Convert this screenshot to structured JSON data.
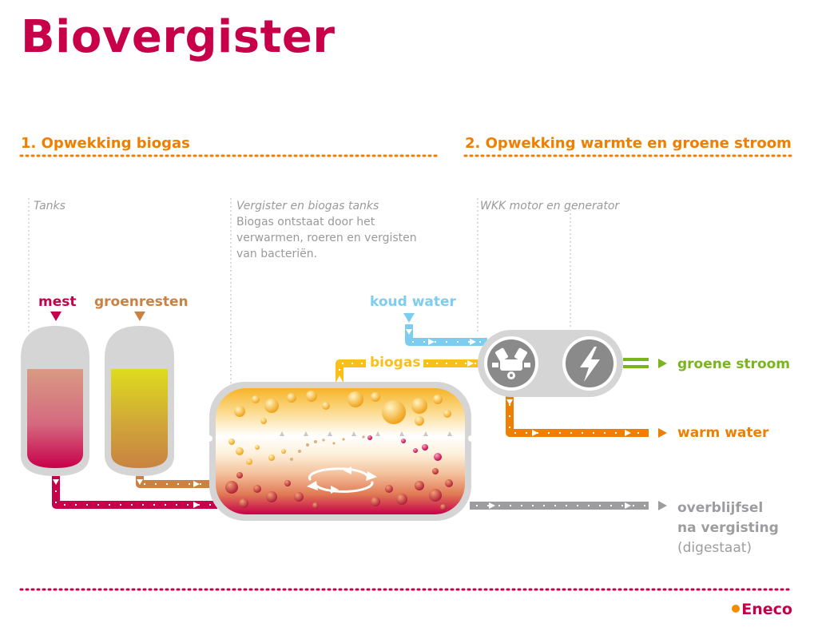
{
  "title": "Biovergister",
  "sections": {
    "s1": "1. Opwekking biogas",
    "s2": "2. Opwekking warmte en groene stroom"
  },
  "captions": {
    "tanks": "Tanks",
    "vergister_head": "Vergister en biogas tanks",
    "vergister_body": "Biogas ontstaat door het verwarmen, roeren en vergisten van bacteriën.",
    "wkk": "WKK motor en generator"
  },
  "labels": {
    "mest": "mest",
    "groenresten": "groenresten",
    "koud_water": "koud water",
    "biogas": "biogas",
    "groene_stroom": "groene stroom",
    "warm_water": "warm water",
    "residue_line1": "overblijfsel",
    "residue_line2": "na vergisting",
    "residue_line3": "(digestaat)"
  },
  "logo": "Eneco",
  "colors": {
    "brand": "#c8004a",
    "orange": "#ee7f00",
    "biogas": "#fbbf1a",
    "water_blue": "#7dcdf0",
    "green": "#7ab51d",
    "brown": "#c98241",
    "grey": "#9d9d9f"
  },
  "icons": [
    "engine-icon",
    "lightning-icon",
    "stir-arrows-icon",
    "eneco-logo-icon"
  ]
}
